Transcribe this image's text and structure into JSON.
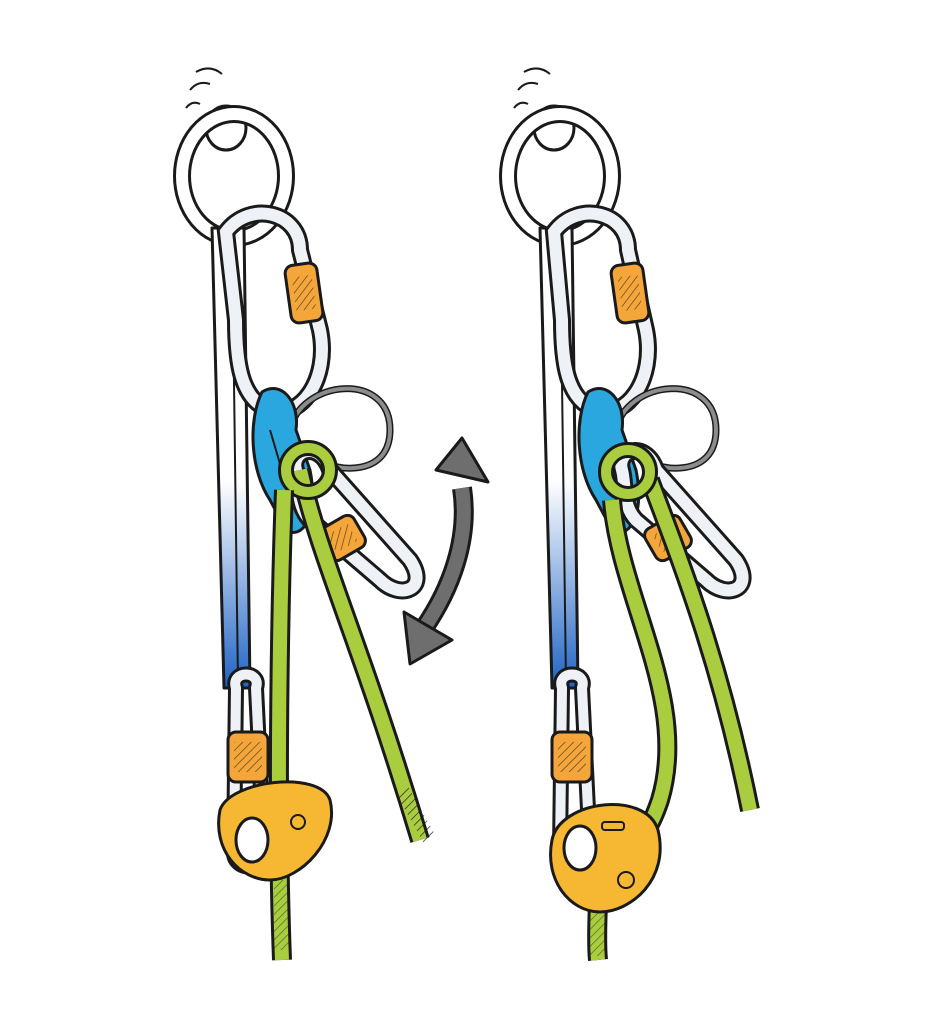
{
  "figure": {
    "panels": [
      {
        "id": "left",
        "state": "rope-running"
      },
      {
        "id": "right",
        "state": "rope-locked"
      }
    ],
    "icons": {
      "arrow": "double-headed-curved-arrow-icon",
      "anchor": "anchor-ring-icon",
      "pulley": "pulley-icon",
      "ascender": "rope-clamp-icon"
    },
    "colors": {
      "rope": "#a9cd3f",
      "pulley": "#2aa7df",
      "gate_sleeve": "#f4a63a",
      "clamp": "#f6b732",
      "sling_shade": "#1f63c4",
      "arrow": "#6e6e6e",
      "outline": "#1a1a1a",
      "metal": "#f4f6f8",
      "cord": "#8c8c8c"
    }
  }
}
